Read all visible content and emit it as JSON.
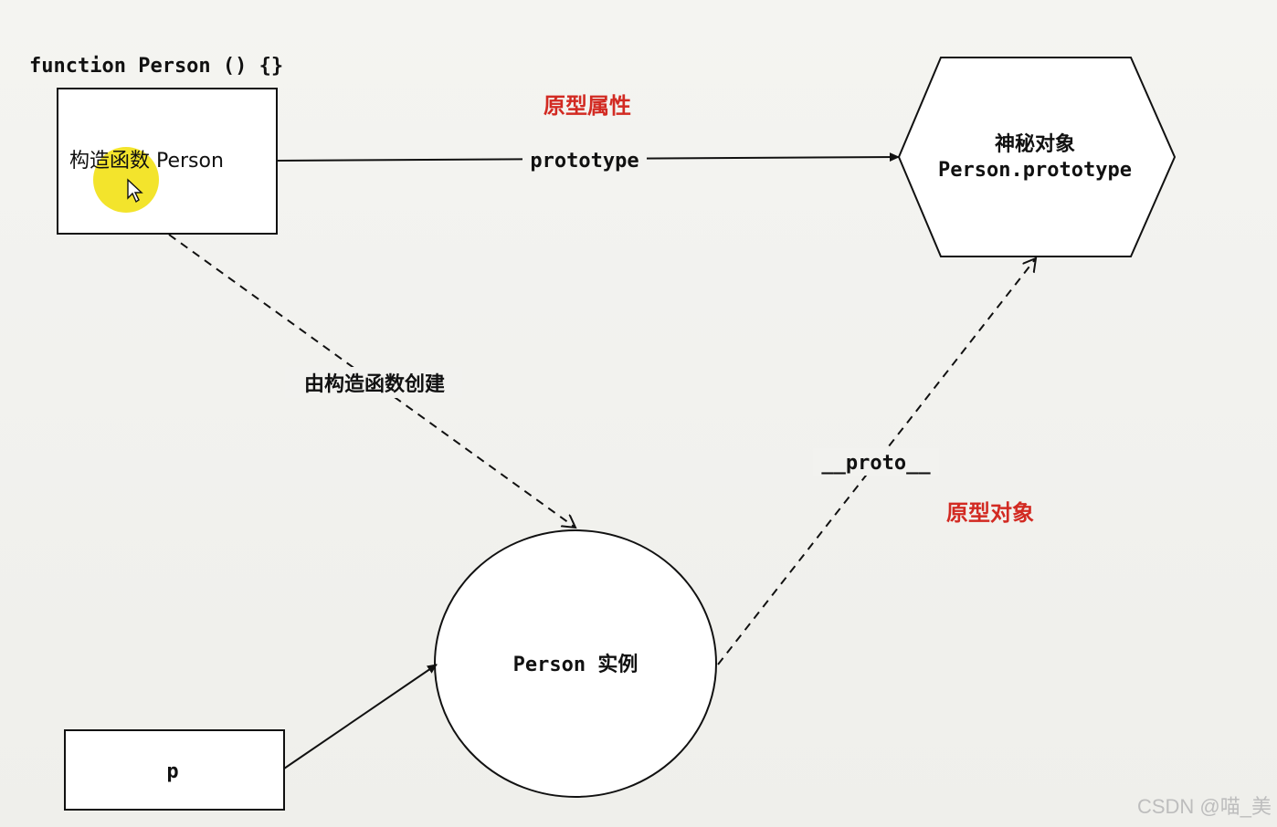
{
  "code_caption": "function Person () {}",
  "constructor_box": {
    "label": "构造函数 Person"
  },
  "prototype_edge": {
    "label": "prototype",
    "annotation": "原型属性"
  },
  "prototype_object": {
    "line1": "神秘对象",
    "line2": "Person.prototype"
  },
  "create_edge": {
    "label": "由构造函数创建"
  },
  "instance_node": {
    "label": "Person 实例"
  },
  "proto_edge": {
    "label": "__proto__",
    "annotation": "原型对象"
  },
  "variable_box": {
    "label": "p"
  },
  "watermark": "CSDN @喵_美",
  "colors": {
    "annotation": "#d22a22",
    "cursor_highlight": "#f2e21a",
    "line": "#111111"
  },
  "icons": {
    "cursor": "mouse-pointer-icon"
  }
}
